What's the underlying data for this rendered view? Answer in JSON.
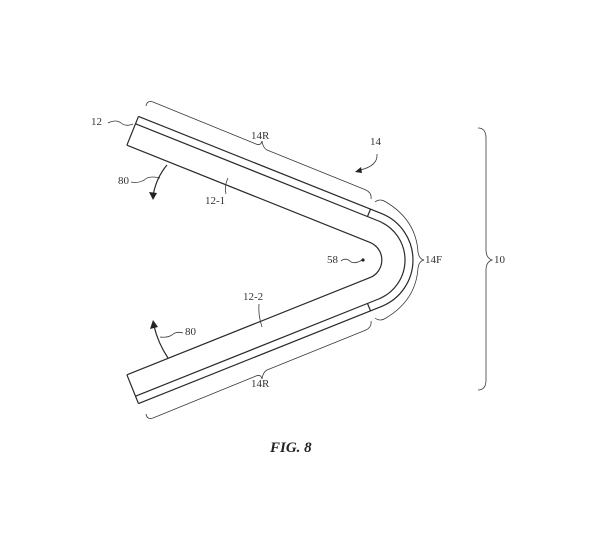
{
  "figure": {
    "caption": "FIG. 8",
    "labels": {
      "device": "10",
      "display": "12",
      "display_portion_1": "12-1",
      "display_portion_2": "12-2",
      "housing": "14",
      "rigid_region_top": "14R",
      "rigid_region_bottom": "14R",
      "flexible_region": "14F",
      "bend_axis": "58",
      "rotation_top": "80",
      "rotation_bottom": "80"
    }
  }
}
